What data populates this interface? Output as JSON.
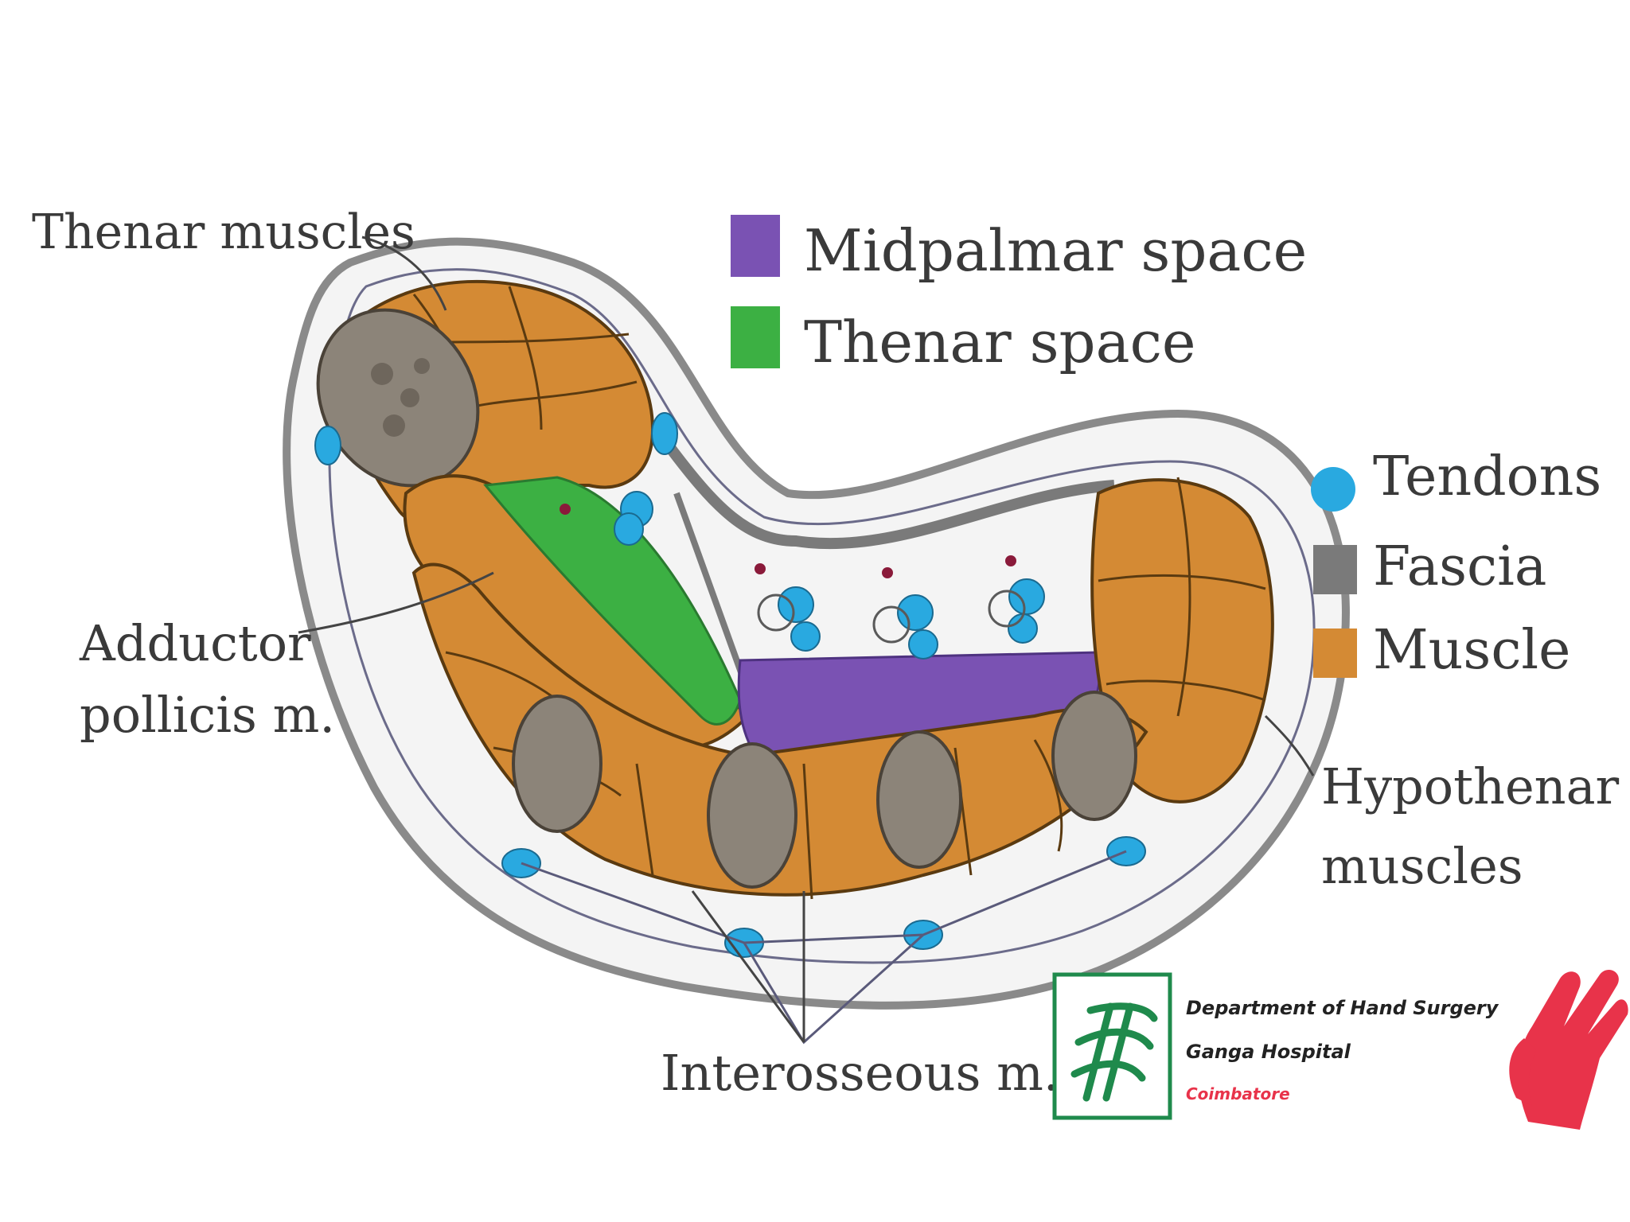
{
  "labels": {
    "thenar_muscles": "Thenar muscles",
    "adductor_line1": "Adductor",
    "adductor_line2": "pollicis m.",
    "hypothenar_line1": "Hypothenar",
    "hypothenar_line2": "muscles",
    "interosseous": "Interosseous m."
  },
  "legend": [
    {
      "label": "Midpalmar space",
      "color": "#7a52b3",
      "shape": "square"
    },
    {
      "label": "Thenar space",
      "color": "#3cb043",
      "shape": "square"
    },
    {
      "label": "Tendons",
      "color": "#29a9e0",
      "shape": "circle"
    },
    {
      "label": "Fascia",
      "color": "#7a7a7a",
      "shape": "square"
    },
    {
      "label": "Muscle",
      "color": "#d48a34",
      "shape": "square"
    }
  ],
  "colors": {
    "muscle": "#d48a34",
    "muscle_outline": "#5a3a10",
    "bone": "#8c8479",
    "fascia": "#7a7a7a",
    "skin_outline": "#8a8a8a",
    "tendon": "#29a9e0",
    "midpalmar": "#7a52b3",
    "thenar_space": "#3cb043",
    "logo_green": "#1f8a4c",
    "logo_red": "#e8334a"
  },
  "logo": {
    "line1": "Department of Hand Surgery",
    "line2": "Ganga Hospital",
    "line3": "Coimbatore"
  }
}
